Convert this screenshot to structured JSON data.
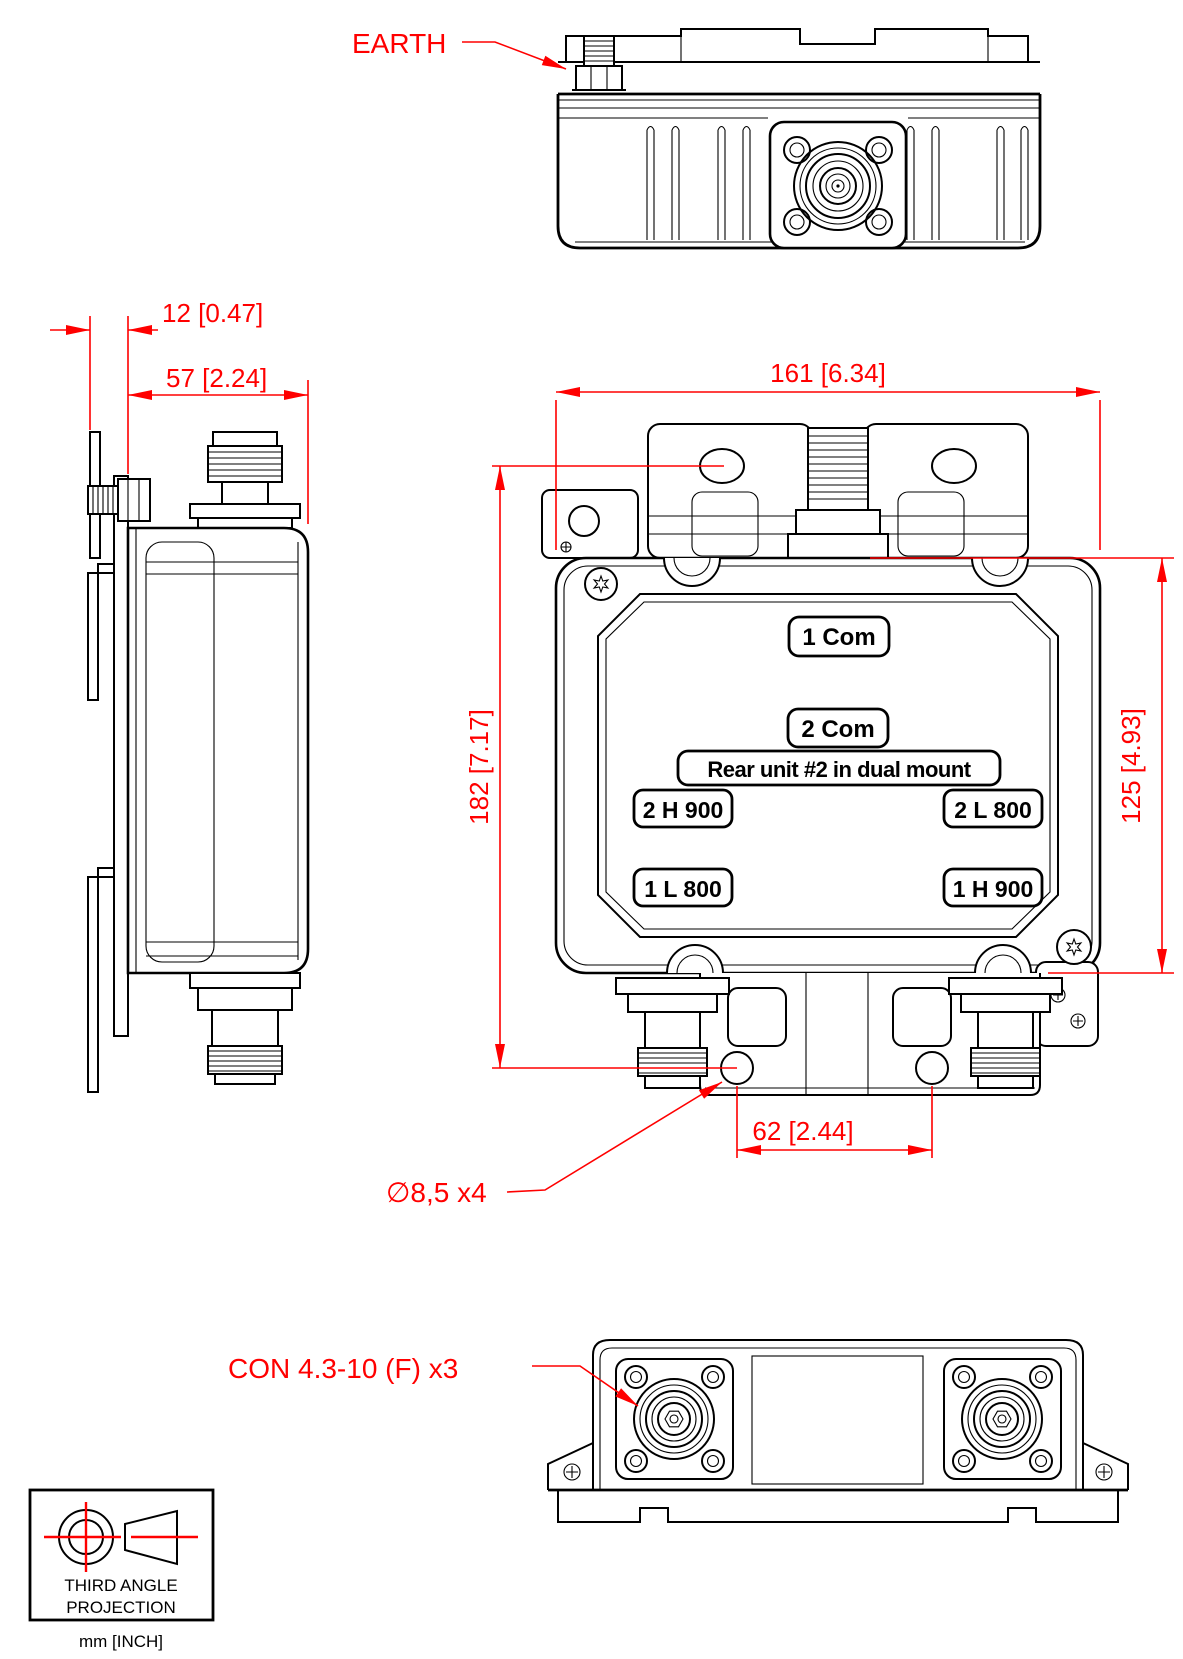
{
  "drawing": {
    "callouts": {
      "earth": "EARTH",
      "holes": "∅8,5 x4",
      "connectors": "CON 4.3-10 (F) x3"
    },
    "dimensions": {
      "d12": "12 [0.47]",
      "d57": "57 [2.24]",
      "d161": "161 [6.34]",
      "d182": "182 [7.17]",
      "d125": "125 [4.93]",
      "d62": "62 [2.44]"
    },
    "port_labels": {
      "com1": "1 Com",
      "com2": "2 Com",
      "rear_note": "Rear unit #2 in dual mount",
      "p2h900": "2 H 900",
      "p2l800": "2 L 800",
      "p1l800": "1 L 800",
      "p1h900": "1 H 900"
    },
    "projection": {
      "title_line1": "THIRD ANGLE",
      "title_line2": "PROJECTION",
      "units": "mm [INCH]"
    },
    "colors": {
      "annotation_red": "#FF0000",
      "line_black": "#000000",
      "background": "#FFFFFF"
    }
  }
}
